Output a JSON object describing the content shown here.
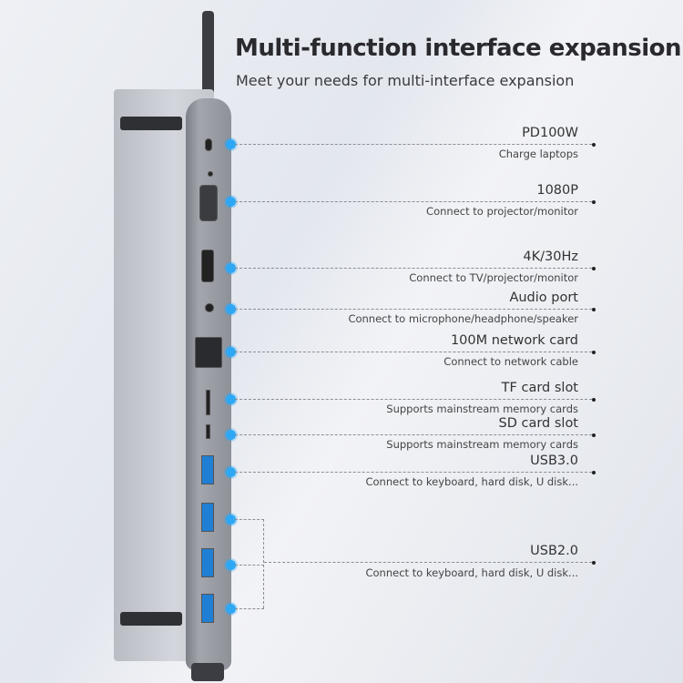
{
  "title": "Multi-function interface expansion",
  "subtitle": "Meet your needs for multi-interface expansion",
  "accent_color": "#2ea7f5",
  "ports": [
    {
      "label": "PD100W",
      "desc": "Charge laptops",
      "icon": "usb-c-port"
    },
    {
      "label": "1080P",
      "desc": "Connect to projector/monitor",
      "icon": "vga-port"
    },
    {
      "label": "4K/30Hz",
      "desc": "Connect to TV/projector/monitor",
      "icon": "hdmi-port"
    },
    {
      "label": "Audio port",
      "desc": "Connect to microphone/headphone/speaker",
      "icon": "audio-jack"
    },
    {
      "label": "100M network card",
      "desc": "Connect to network cable",
      "icon": "ethernet-port"
    },
    {
      "label": "TF card slot",
      "desc": "Supports mainstream memory cards",
      "icon": "tf-slot"
    },
    {
      "label": "SD card slot",
      "desc": "Supports mainstream memory cards",
      "icon": "sd-slot"
    },
    {
      "label": "USB3.0",
      "desc": "Connect to keyboard, hard disk, U disk...",
      "icon": "usb-a-port"
    },
    {
      "label": "USB2.0",
      "desc": "Connect to keyboard, hard disk, U disk...",
      "icon": "usb-a-port"
    }
  ]
}
